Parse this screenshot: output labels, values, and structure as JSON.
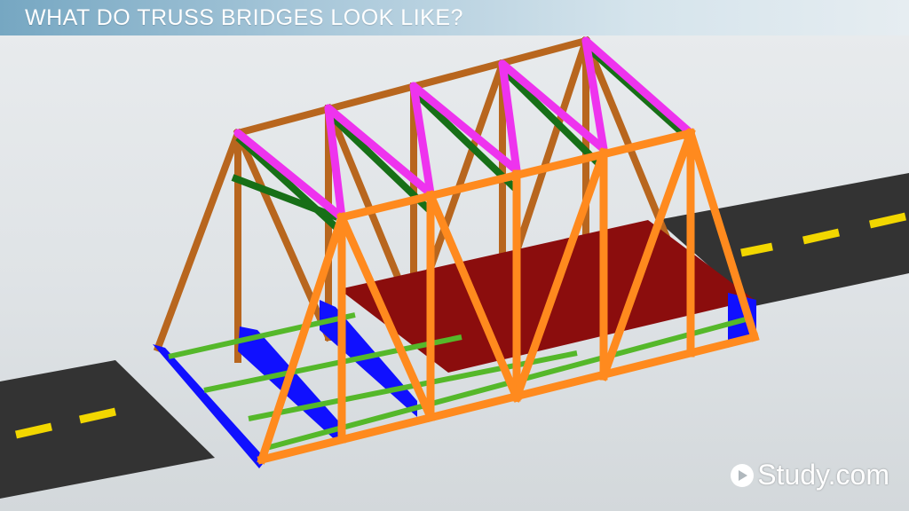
{
  "slide": {
    "title": "WHAT DO TRUSS BRIDGES LOOK LIKE?"
  },
  "illustration": {
    "subject": "truss-bridge",
    "colors": {
      "road": "#333333",
      "road_marking": "#f2d700",
      "deck": "#8b0d0d",
      "abutment": "#1010ff",
      "front_truss": "#ff8a1e",
      "back_truss": "#b8661e",
      "top_lateral_bracing": "#ee33ee",
      "sway_bracing": "#176f17",
      "floor_beams": "#55b82a"
    }
  },
  "branding": {
    "logo_text": "Study.com",
    "logo_icon": "play-circle-icon"
  }
}
